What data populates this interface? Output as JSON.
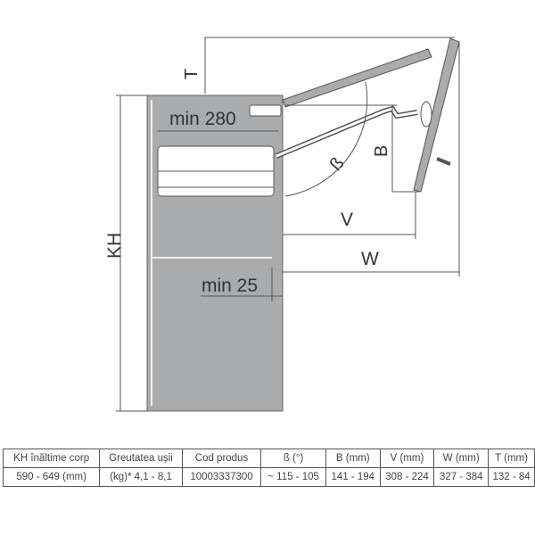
{
  "diagram": {
    "labels": {
      "t": "T",
      "min280": "min 280",
      "kh": "KH",
      "b": "B",
      "beta": "ß",
      "v": "V",
      "w": "W",
      "min25": "min 25"
    }
  },
  "table": {
    "headers": [
      "KH înăltime corp",
      "Greutatea ușii",
      "Cod produs",
      "ß (°)",
      "B (mm)",
      "V (mm)",
      "W (mm)",
      "T (mm)"
    ],
    "rows": [
      [
        "590 - 649 (mm)",
        "(kg)* 4,1 - 8,1",
        "10003337300",
        "~ 115 - 105",
        "141 - 194",
        "308 - 224",
        "327 - 384",
        "132 - 84"
      ]
    ]
  }
}
